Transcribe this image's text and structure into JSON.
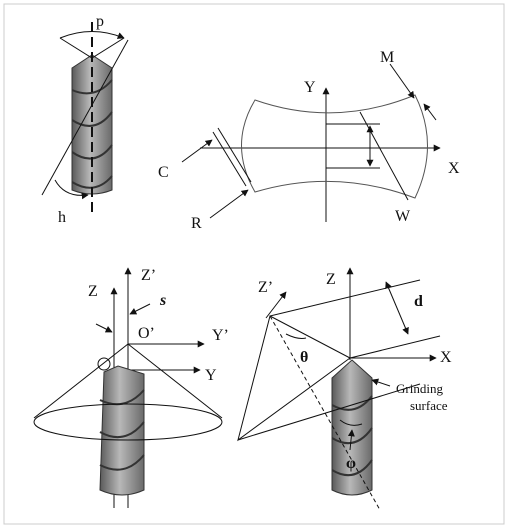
{
  "labels": {
    "p": "p",
    "h": "h",
    "Y": "Y",
    "X": "X",
    "M": "M",
    "C": "C",
    "R": "R",
    "W": "W",
    "Z": "Z",
    "Zp": "Z’",
    "s": "s",
    "Op": "O’",
    "Yp": "Y’",
    "Y2": "Y",
    "Zp2": "Z’",
    "Z2": "Z",
    "d": "d",
    "X2": "X",
    "theta": "θ",
    "grinding1": "Grinding",
    "grinding2": "surface",
    "phi": "φ"
  },
  "colors": {
    "line": "#111111",
    "drill_dark": "#555555",
    "drill_mid": "#8a8a8a",
    "drill_light": "#b5b5b5",
    "frame": "#cccccc"
  }
}
